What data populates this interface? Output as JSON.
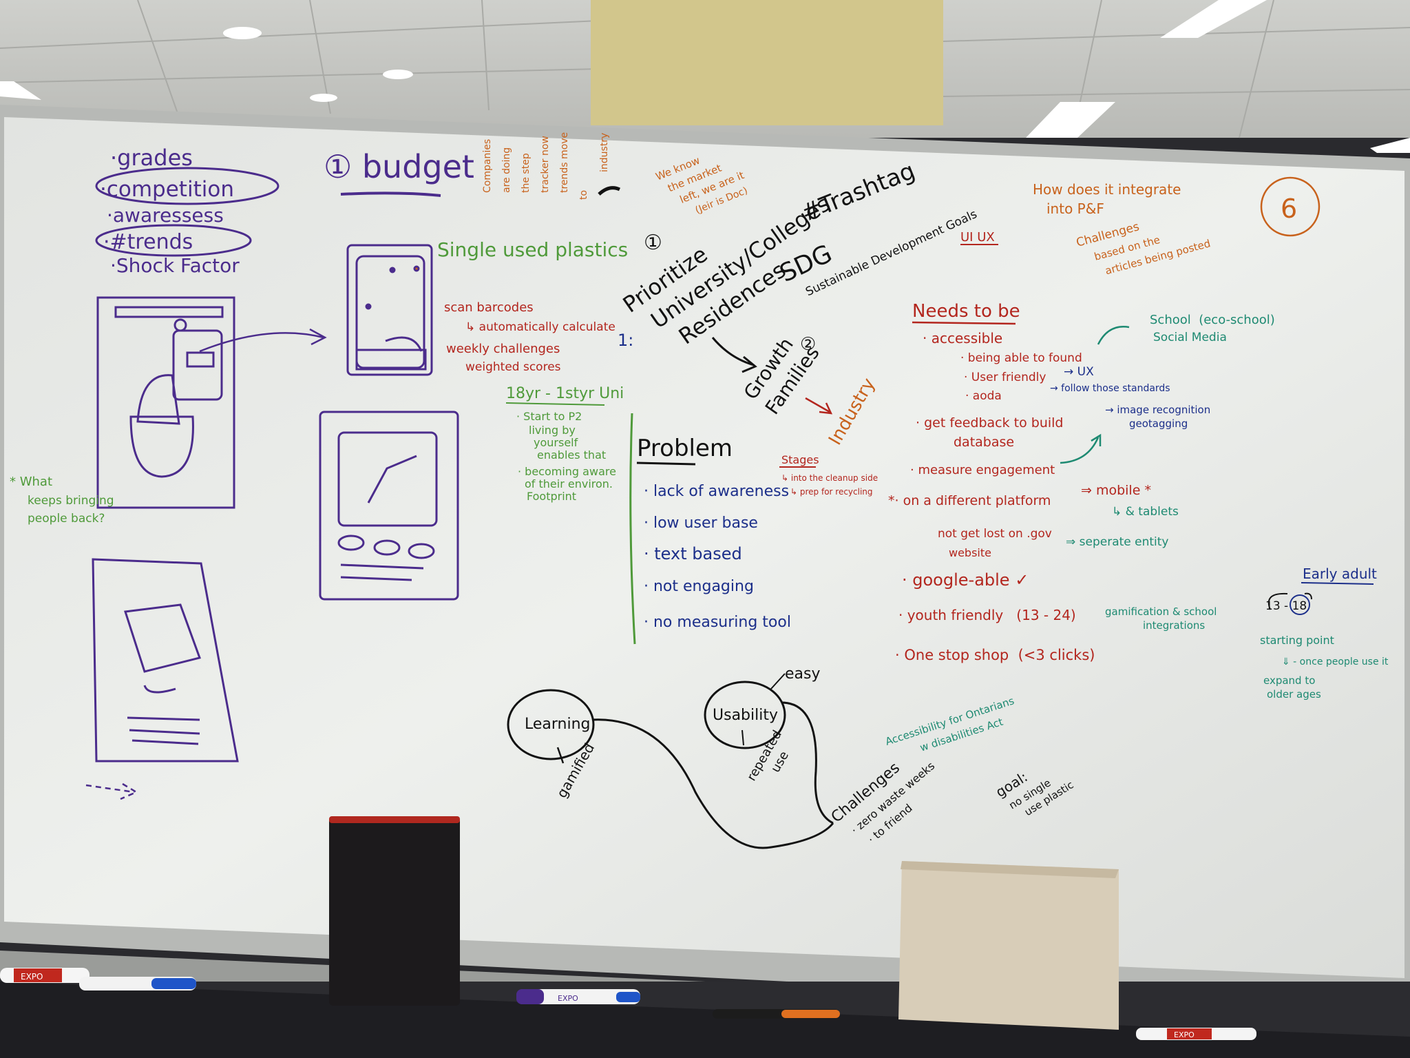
{
  "colors": {
    "purple": "#4b2c8c",
    "orange": "#c8621c",
    "green": "#4f9a3a",
    "teal": "#1e8a72",
    "red": "#b3261e",
    "navy": "#1c2f8a",
    "black": "#121212",
    "board": "#ecedea",
    "ceiling": "#d9d9d6"
  },
  "left_list": {
    "grades": "·grades",
    "competition": "·competition",
    "awareness": "·awaressess",
    "trends": "·#trends",
    "shock": "·Shock Factor"
  },
  "budget": "① budget",
  "budget_notes": [
    "Companies",
    "are doing",
    "the step",
    "tracker now",
    "trends move",
    "to",
    "industry"
  ],
  "market_note": [
    "We know",
    "the market",
    "left, we are it",
    "(Jeir is Doc)"
  ],
  "single_use": "Single used plastics",
  "scan_notes": {
    "scan": "scan barcodes",
    "calc": "↳ automatically calculate",
    "weekly": "weekly challenges",
    "weighted": "weighted scores"
  },
  "age_block": {
    "title": "18yr - 1styr Uni",
    "line1": [
      "· Start to P2",
      "living by",
      "yourself",
      "enables that"
    ],
    "line2": [
      "· becoming aware",
      "of their environ.",
      "Footprint"
    ]
  },
  "what_keeps": [
    "* What",
    "keeps bringing",
    "people back?"
  ],
  "prioritize": {
    "num": "①",
    "l1": "Prioritize",
    "l2": "University/Colleges",
    "l3": "Residences",
    "mark": "1:"
  },
  "growth": {
    "num": "②",
    "l1": "Growth",
    "l2": "Families",
    "industry": "Industry"
  },
  "trashtag": "#Trashtag",
  "sdg": {
    "abbr": "SDG",
    "line1": "Sustainable Development Goals"
  },
  "ui_ux": "UI UX",
  "stages": {
    "title": "Stages",
    "l1": "↳ into the cleanup side",
    "l2": "↳ prep for recycling"
  },
  "problem": {
    "title": "Problem",
    "items": [
      "· lack of awareness",
      "· low user base",
      "· text based",
      "· not engaging",
      "· no measuring tool"
    ]
  },
  "integrate": {
    "l1": "How does it integrate",
    "l2": "into P&F",
    "c1": "Challenges",
    "c2": "based on the",
    "c3": "articles being posted",
    "six": "6"
  },
  "needs": {
    "title": "Needs to be",
    "accessible": "· accessible",
    "found": "· being able to found",
    "friendly": "· User friendly",
    "ux": "→ UX",
    "aoda": "· aoda",
    "follow": "→ follow those standards",
    "feedback": "· get feedback to build",
    "database": "database",
    "image": "→ image recognition",
    "geotag": "geotagging",
    "measure": "· measure engagement",
    "platform": "*· on a different platform",
    "mobile": "⇒ mobile *",
    "tablets": "↳ & tablets",
    "not_lost": "not get lost on .gov",
    "website": "website",
    "separate": "⇒ seperate entity",
    "google": "· google-able ✓",
    "youth": "· youth friendly   (13 - 24)",
    "gamif1": "gamification & school",
    "gamif2": "integrations",
    "onestop": "· One stop shop  (<3 clicks)"
  },
  "school": {
    "l1": "School  (eco-school)",
    "l2": "Social Media"
  },
  "early": {
    "title": "Early adult",
    "range": "13 - 18",
    "start1": "starting point",
    "start2": "⇓ - once people use it",
    "expand1": "expand to",
    "expand2": "older ages"
  },
  "learning": {
    "label": "Learning",
    "sub": "gamified"
  },
  "usability": {
    "label": "Usability",
    "easy": "easy",
    "rep1": "repeated",
    "rep2": "use"
  },
  "challenges": {
    "l1": "Challenges",
    "l2": "· zero waste weeks",
    "l3": "· to friend"
  },
  "aoda_note": {
    "l1": "Accessibility for Ontarians",
    "l2": "w disabilities Act"
  },
  "goal": {
    "l1": "goal:",
    "l2": "no single",
    "l3": "use plastic"
  },
  "marker_labels": {
    "m1": "EXPO",
    "m2": "EXPO",
    "m3": "EXPO"
  }
}
